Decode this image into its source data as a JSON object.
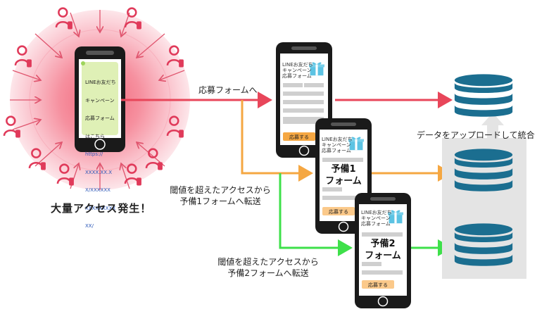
{
  "labels": {
    "access_surge": "大量アクセス発生！",
    "to_form": "応募フォームへ",
    "threshold_1_line1": "閾値を超えたアクセスから",
    "threshold_1_line2": "予備1フォームへ転送",
    "threshold_2_line1": "閾値を超えたアクセスから",
    "threshold_2_line2": "予備2フォームへ転送",
    "upload": "データをアップロードして統合"
  },
  "sms": {
    "line1": "LINEお友だち",
    "line2": "キャンペーン",
    "line3": "応募フォーム",
    "line4": "はこちら",
    "link1": "https://",
    "link2": "XXXX.XX.X",
    "link3": "X/XXXXXX",
    "link4": "XXXXXXXXX",
    "link5": "XX/"
  },
  "forms": {
    "header_line1": "LINEお友だち",
    "header_line2": "キャンペーン",
    "header_line3": "応募フォーム",
    "submit_label": "応募する",
    "reserve1_line1": "予備1",
    "reserve1_line2": "フォーム",
    "reserve2_line1": "予備2",
    "reserve2_line2": "フォーム"
  },
  "colors": {
    "red": "#e8465a",
    "orange": "#f5a742",
    "green": "#3ee04a",
    "db_blue": "#1b6e90",
    "glow": "#f7b5c0",
    "user_icon": "#e03a5a",
    "gift": "#5cc3e3"
  }
}
